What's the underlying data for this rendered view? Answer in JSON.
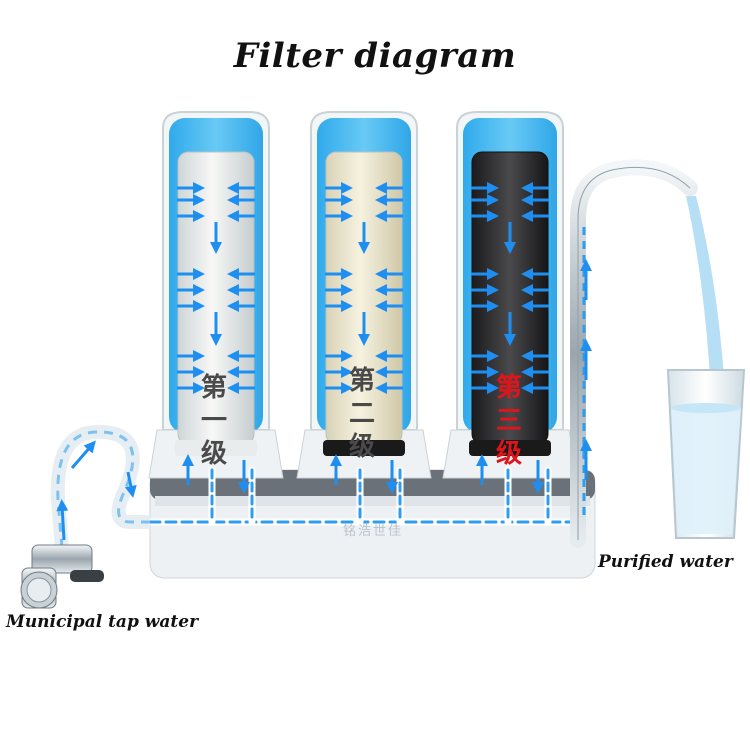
{
  "title": "Filter diagram",
  "labels": {
    "input": "Municipal tap water",
    "output": "Purified water"
  },
  "brand_text": "铭浩世佳",
  "stages": [
    {
      "label_chars": [
        "第",
        "一",
        "级"
      ],
      "cartridge_color": "#e9ece8",
      "label_color": "#4a4a4a"
    },
    {
      "label_chars": [
        "第",
        "二",
        "级"
      ],
      "cartridge_color": "#ece8d4",
      "label_color": "#4a4a4a"
    },
    {
      "label_chars": [
        "第",
        "三",
        "级"
      ],
      "cartridge_color": "#2b2b2d",
      "label_color": "#e0141b"
    }
  ],
  "colors": {
    "water_blue": "#3fb5ef",
    "arrow_blue": "#1e8ff0",
    "housing": "#f4f6f7",
    "base": "#e9edf0"
  }
}
